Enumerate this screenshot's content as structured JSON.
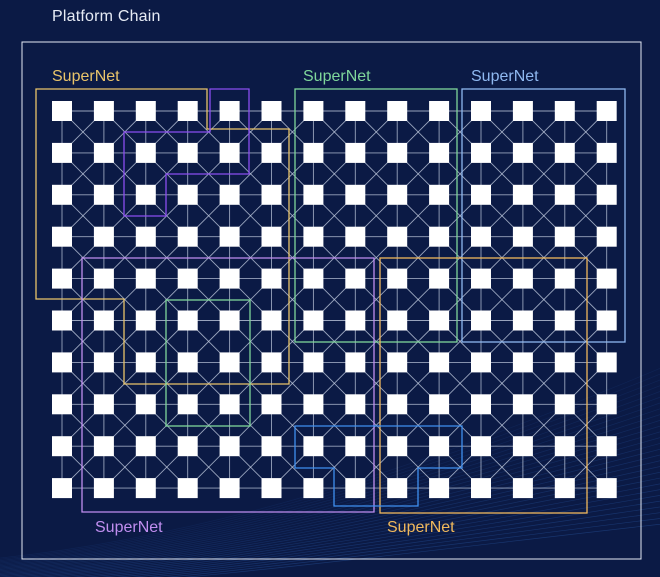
{
  "title": "Platform Chain",
  "supernets": [
    {
      "label": "SuperNet",
      "color": "#e9c46a"
    },
    {
      "label": "SuperNet",
      "color": "#7fd79b"
    },
    {
      "label": "SuperNet",
      "color": "#8fb8f0"
    },
    {
      "label": "SuperNet",
      "color": "#c08ef0"
    },
    {
      "label": "SuperNet",
      "color": "#f0b85c"
    }
  ],
  "colors": {
    "background": "#0b1a45",
    "node": "#ffffff",
    "link": "#c9d3e6",
    "frame": "#e6ebf5",
    "purple": "#8a4df0",
    "blue": "#3f8ff0"
  },
  "grid": {
    "rows": 10,
    "cols": 14
  }
}
